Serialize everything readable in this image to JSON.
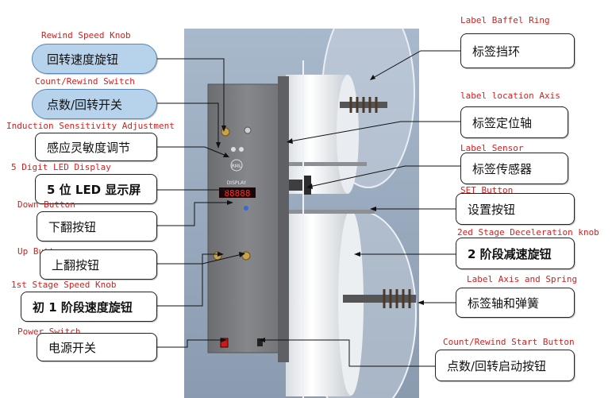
{
  "left_labels": [
    {
      "en": "Rewind Speed Knob",
      "cn": "回转速度旋钮"
    },
    {
      "en": "Count/Rewind Switch",
      "cn": "点数/回转开关"
    },
    {
      "en": "Induction Sensitivity Adjustment",
      "cn": "感应灵敏度调节"
    },
    {
      "en": "5 Digit LED Display",
      "cn": "5 位 LED 显示屏"
    },
    {
      "en": "Down Button",
      "cn": "下翻按钮"
    },
    {
      "en": "Up Button",
      "cn": "上翻按钮"
    },
    {
      "en": "1st Stage Speed Knob",
      "cn": "初 1 阶段速度旋钮"
    },
    {
      "en": "Power Switch",
      "cn": "电源开关"
    }
  ],
  "right_labels": [
    {
      "en": "Label Baffel Ring",
      "cn": "标签挡环"
    },
    {
      "en": "label location Axis",
      "cn": "标签定位轴"
    },
    {
      "en": "Label Sensor",
      "cn": "标签传感器"
    },
    {
      "en": "SET Button",
      "cn": "设置按钮"
    },
    {
      "en": "2ed Stage Deceleration knob",
      "cn": "2 阶段减速旋钮"
    },
    {
      "en": "Label Axis and Spring",
      "cn": "标签轴和弹簧"
    },
    {
      "en": "Count/Rewind Start Button",
      "cn": "点数/回转启动按钮"
    }
  ],
  "device": {
    "display_caption": "DISPLAY",
    "led_value": "88888",
    "brand": "RML"
  },
  "colors": {
    "english_label": "#d42020",
    "blue_box": "#b7d3ec",
    "panel": "#7d7f83",
    "led": "#ff2a2a"
  }
}
